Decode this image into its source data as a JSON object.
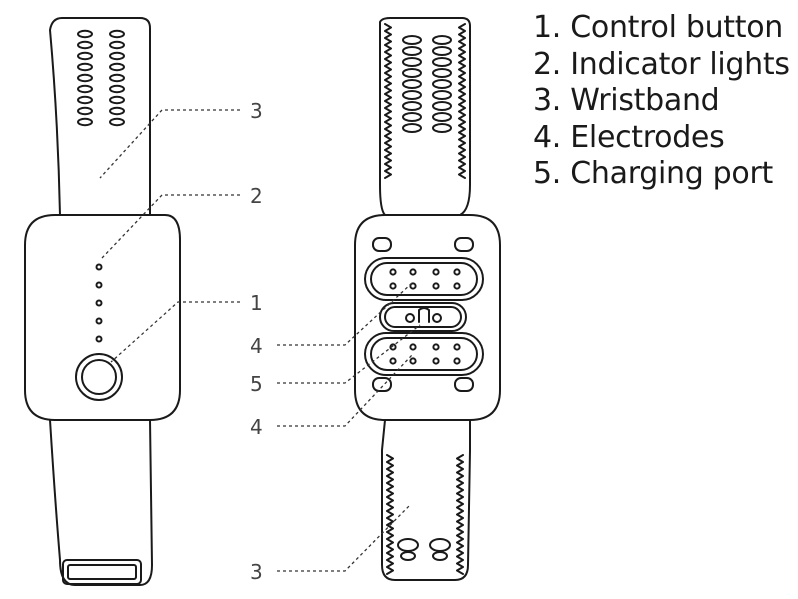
{
  "legend": {
    "items": [
      "1. Control button",
      "2. Indicator lights",
      "3. Wristband",
      "4. Electrodes",
      "5. Charging port"
    ]
  },
  "callouts": {
    "front_wristband_top": "3",
    "front_indicator": "2",
    "front_button": "1",
    "back_electrode_top": "4",
    "back_charging_port": "5",
    "back_electrode_bottom": "4",
    "back_wristband_bottom": "3"
  },
  "colors": {
    "line": "#1a1a1a",
    "background": "#ffffff"
  }
}
